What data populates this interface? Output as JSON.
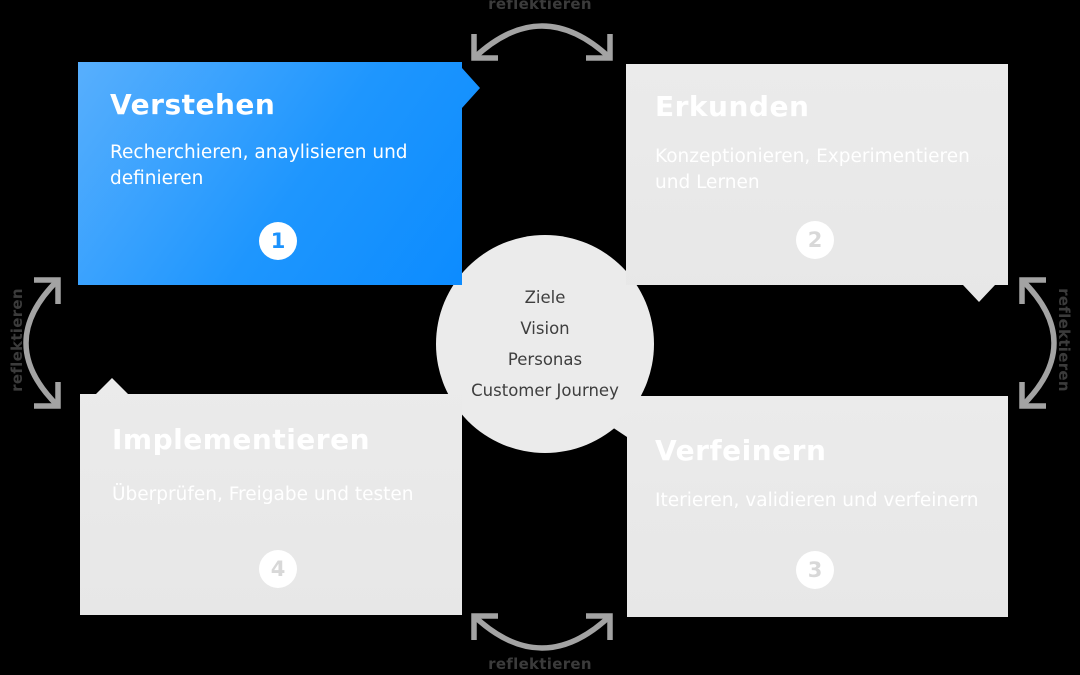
{
  "diagram": {
    "type": "design-thinking-cycle",
    "colors": {
      "accent_blue": "#0d8cff",
      "accent_blue_light": "#55aefc",
      "panel_gray": "#e9e9e9",
      "arrow_gray": "#a3a3a3",
      "label_dark": "#3b3b3b",
      "background": "#000000"
    }
  },
  "stages": [
    {
      "title": "Verstehen",
      "description": "Recherchieren, anaylisieren und definieren",
      "number": "1"
    },
    {
      "title": "Erkunden",
      "description": "Konzeptionieren, Experimentieren und Lernen",
      "number": "2"
    },
    {
      "title": "Verfeinern",
      "description": "Iterieren, validieren und verfeinern",
      "number": "3"
    },
    {
      "title": "Implementieren",
      "description": "Überprüfen, Freigabe und testen",
      "number": "4"
    }
  ],
  "center": {
    "lines": [
      "Ziele",
      "Vision",
      "Personas",
      "Customer Journey"
    ]
  },
  "cycle_labels": {
    "top": "reflektieren",
    "right": "reflektieren",
    "bottom": "reflektieren",
    "left": "reflektieren"
  }
}
